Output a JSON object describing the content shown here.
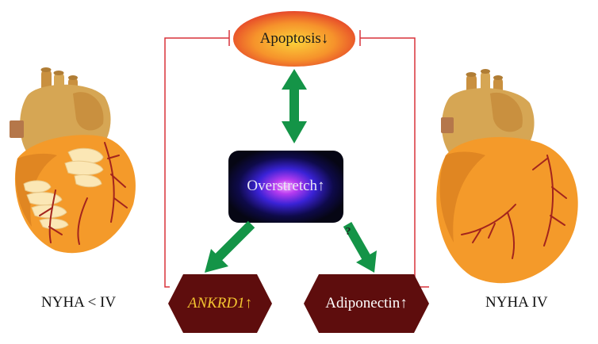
{
  "nodes": {
    "apoptosis": "Apoptosis↓",
    "overstretch": "Overstretch↑",
    "ankrd1": "ANKRD1↑",
    "adiponectin": "Adiponectin↑"
  },
  "edge_labels": {
    "overstretch_to_adiponectin": "?"
  },
  "captions": {
    "left_heart": "NYHA < IV",
    "right_heart": "NYHA IV"
  },
  "colors": {
    "arrow_green": "#149447",
    "inhibition_red": "#d9323a",
    "hexagon_fill": "#5e0d0d",
    "ankrd1_text": "#f4c430",
    "adiponectin_text": "#ffffff",
    "apoptosis_outer": "#e8432a",
    "apoptosis_inner": "#f9b233",
    "heart_upper": "#d6a654",
    "heart_ventricle": "#f49a2a",
    "heart_vessels": "#a3241d",
    "scar_tissue": "#fbe7b5"
  }
}
